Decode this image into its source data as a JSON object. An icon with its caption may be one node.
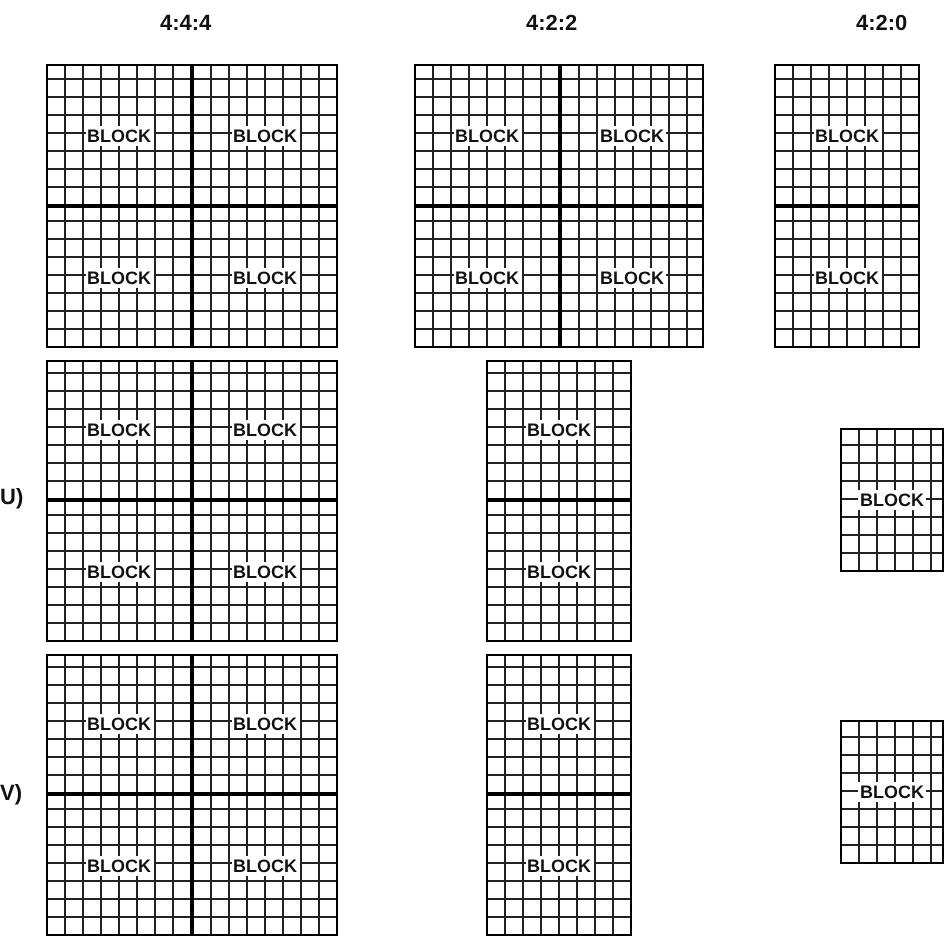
{
  "diagram": {
    "nodes": [
      {
        "text": [
          "BLOCK"
        ]
      },
      {
        "text": [
          "BLOCK"
        ]
      },
      {
        "text": [
          "BLOCK"
        ]
      },
      {
        "text": [
          "BLOCK"
        ]
      },
      {
        "text": [
          "BLOCK"
        ]
      },
      {
        "text": [
          "BLOCK"
        ]
      },
      {
        "text": [
          "BLOCK"
        ]
      },
      {
        "text": [
          "BLOCK"
        ]
      },
      {
        "text": [
          "BLOCK"
        ]
      },
      {
        "text": [
          "BLOCK"
        ]
      },
      {
        "text": [
          "BLOCK"
        ]
      },
      {
        "text": [
          "BLOCK"
        ]
      },
      {
        "text": [
          "BLOCK"
        ]
      },
      {
        "text": [
          "BLOCK"
        ]
      },
      {
        "text": [
          "BLOCK"
        ]
      },
      {
        "text": [
          "BLOCK"
        ]
      },
      {
        "text": [
          "BLOCK"
        ]
      },
      {
        "text": [
          "BLOCK"
        ]
      },
      {
        "text": [
          "BLOCK"
        ]
      },
      {
        "text": [
          "BLOCK"
        ]
      },
      {
        "text": [
          "BLOCK"
        ]
      },
      {
        "text": [
          "BLOCK"
        ]
      },
      {
        "text": [
          "BLOCK"
        ]
      },
      {
        "text": [
          "BLOCK"
        ]
      }
    ],
    "labels": [
      "4:4:4",
      "4:2:2",
      "4:2:0",
      "U)",
      "V)"
    ]
  }
}
